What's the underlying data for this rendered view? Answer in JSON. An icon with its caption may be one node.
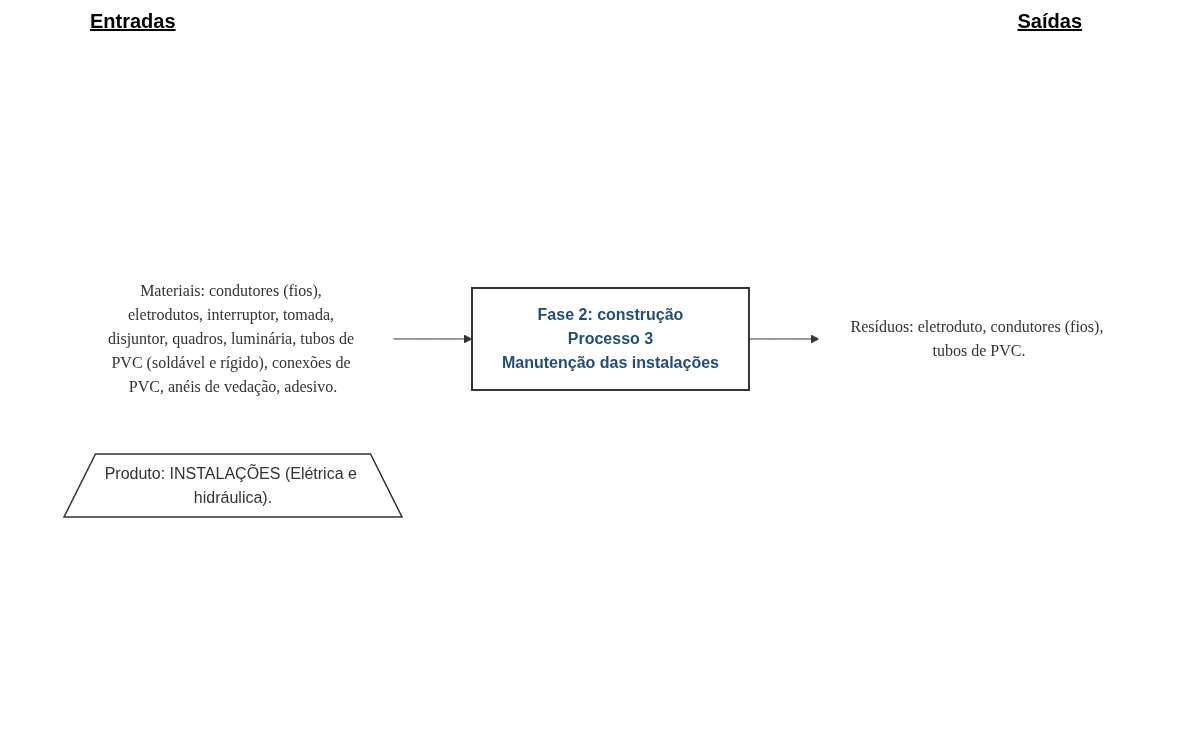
{
  "diagram": {
    "nodes": [
      {
        "text": [
          "Materiais: condutores (fios), eletrodutos, interruptor, tomada, disjuntor, quadros, luminária, tubos de PVC (soldável e rígido), conexões de PVC, anéis de vedação, adesivo."
        ]
      },
      {
        "text": [
          "Fase 2: construção",
          "Processo 3",
          "Manutenção das instalações"
        ]
      },
      {
        "text": [
          "Resíduos: eletroduto, condutores (fios), tubos de PVC."
        ]
      },
      {
        "text": [
          "Produto: INSTALAÇÕES (Elétrica e hidráulica)."
        ]
      }
    ],
    "edges": [
      {
        "from": 0,
        "to": 1,
        "arrow": "to"
      },
      {
        "from": 1,
        "to": 2,
        "arrow": "to"
      }
    ],
    "labels": [
      "Entradas",
      "Saídas"
    ]
  }
}
